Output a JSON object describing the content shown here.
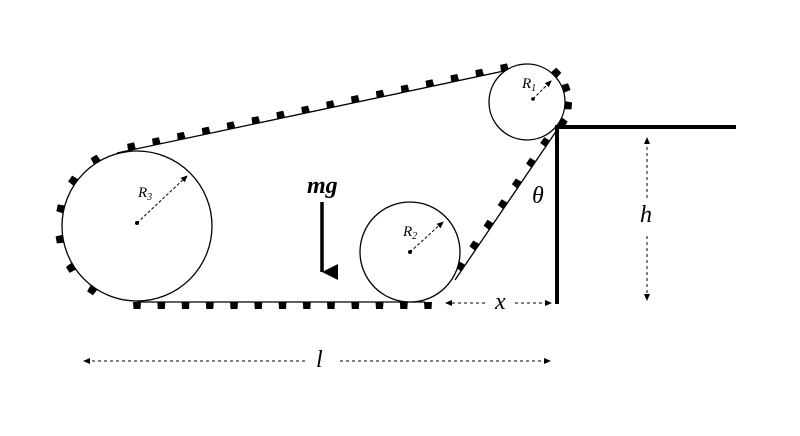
{
  "diagram": {
    "labels": {
      "weight": "mg",
      "angle": "θ",
      "height": "h",
      "distance": "x",
      "length": "l",
      "r1": "R",
      "r1_sub": "1",
      "r2": "R",
      "r2_sub": "2",
      "r3": "R",
      "r3_sub": "3"
    }
  }
}
